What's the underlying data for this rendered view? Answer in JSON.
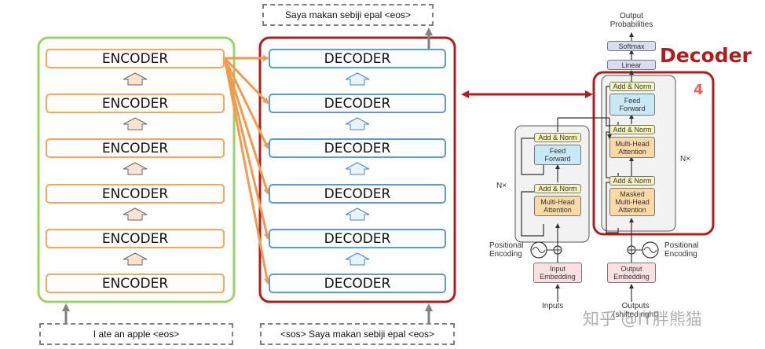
{
  "left": {
    "encoder_label": "ENCODER",
    "decoder_label": "DECODER",
    "input_text": "I ate an apple <eos>",
    "decoder_input_text": "<sos> Saya makan sebiji epal <eos>",
    "output_text": "Saya makan sebiji epal <eos>"
  },
  "right": {
    "decoder_title": "Decoder",
    "layer_count": "4",
    "output_probabilities": "Output\nProbabilities",
    "softmax": "Softmax",
    "linear": "Linear",
    "add_norm": "Add & Norm",
    "feed_forward": "Feed\nForward",
    "multi_head_attention": "Multi-Head\nAttention",
    "masked_multi_head_attention": "Masked\nMulti-Head\nAttention",
    "nx": "N×",
    "positional_encoding": "Positional\nEncoding",
    "input_embedding": "Input\nEmbedding",
    "output_embedding": "Output\nEmbedding",
    "inputs": "Inputs",
    "outputs": "Outputs\n(shifted right)"
  },
  "watermark": "知乎 @IT胖熊猫",
  "colors": {
    "encoder_stack_border": "#9bd26a",
    "encoder_border": "#f4a65c",
    "decoder_stack_border": "#b01d1d",
    "decoder_border": "#5b9bd5",
    "arrow_orange": "#f39a4e",
    "connector_red": "#b01d1d"
  }
}
